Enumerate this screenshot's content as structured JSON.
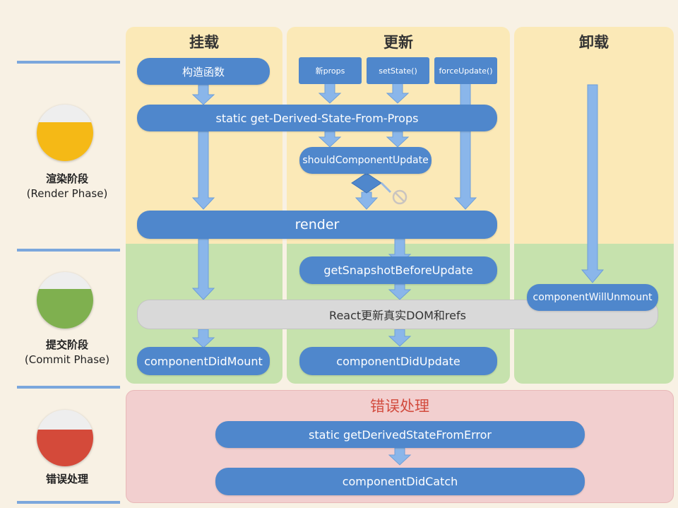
{
  "columns": [
    {
      "title": "挂载"
    },
    {
      "title": "更新"
    },
    {
      "title": "卸载"
    }
  ],
  "phases": {
    "render": {
      "cn": "渲染阶段",
      "en": "(Render Phase)",
      "color": "#f5b916"
    },
    "commit": {
      "cn": "提交阶段",
      "en": "(Commit Phase)",
      "color": "#7fb04f"
    },
    "error": {
      "cn": "错误处理",
      "color": "#d44a3a"
    }
  },
  "mount": {
    "constructor": "构造函数",
    "did_mount": "componentDidMount"
  },
  "update": {
    "triggers": [
      "新props",
      "setState()",
      "forceUpdate()"
    ],
    "should_update": "shouldComponentUpdate",
    "snapshot": "getSnapshotBeforeUpdate",
    "did_update": "componentDidUpdate"
  },
  "shared": {
    "derived_state": "static get-Derived-State-From-Props",
    "render": "render",
    "react_update": "React更新真实DOM和refs"
  },
  "unmount": {
    "will_unmount": "componentWillUnmount"
  },
  "error_panel": {
    "title": "错误处理",
    "derived_from_error": "static getDerivedStateFromError",
    "did_catch": "componentDidCatch"
  },
  "colors": {
    "node_blue": "#4f87cc",
    "arrow_blue": "#8ab6ea",
    "render_phase_bg": "#fbe9b7",
    "commit_phase_bg": "#c6e2ad",
    "error_bg": "#f2cfcf",
    "error_title": "#d24b3e"
  }
}
